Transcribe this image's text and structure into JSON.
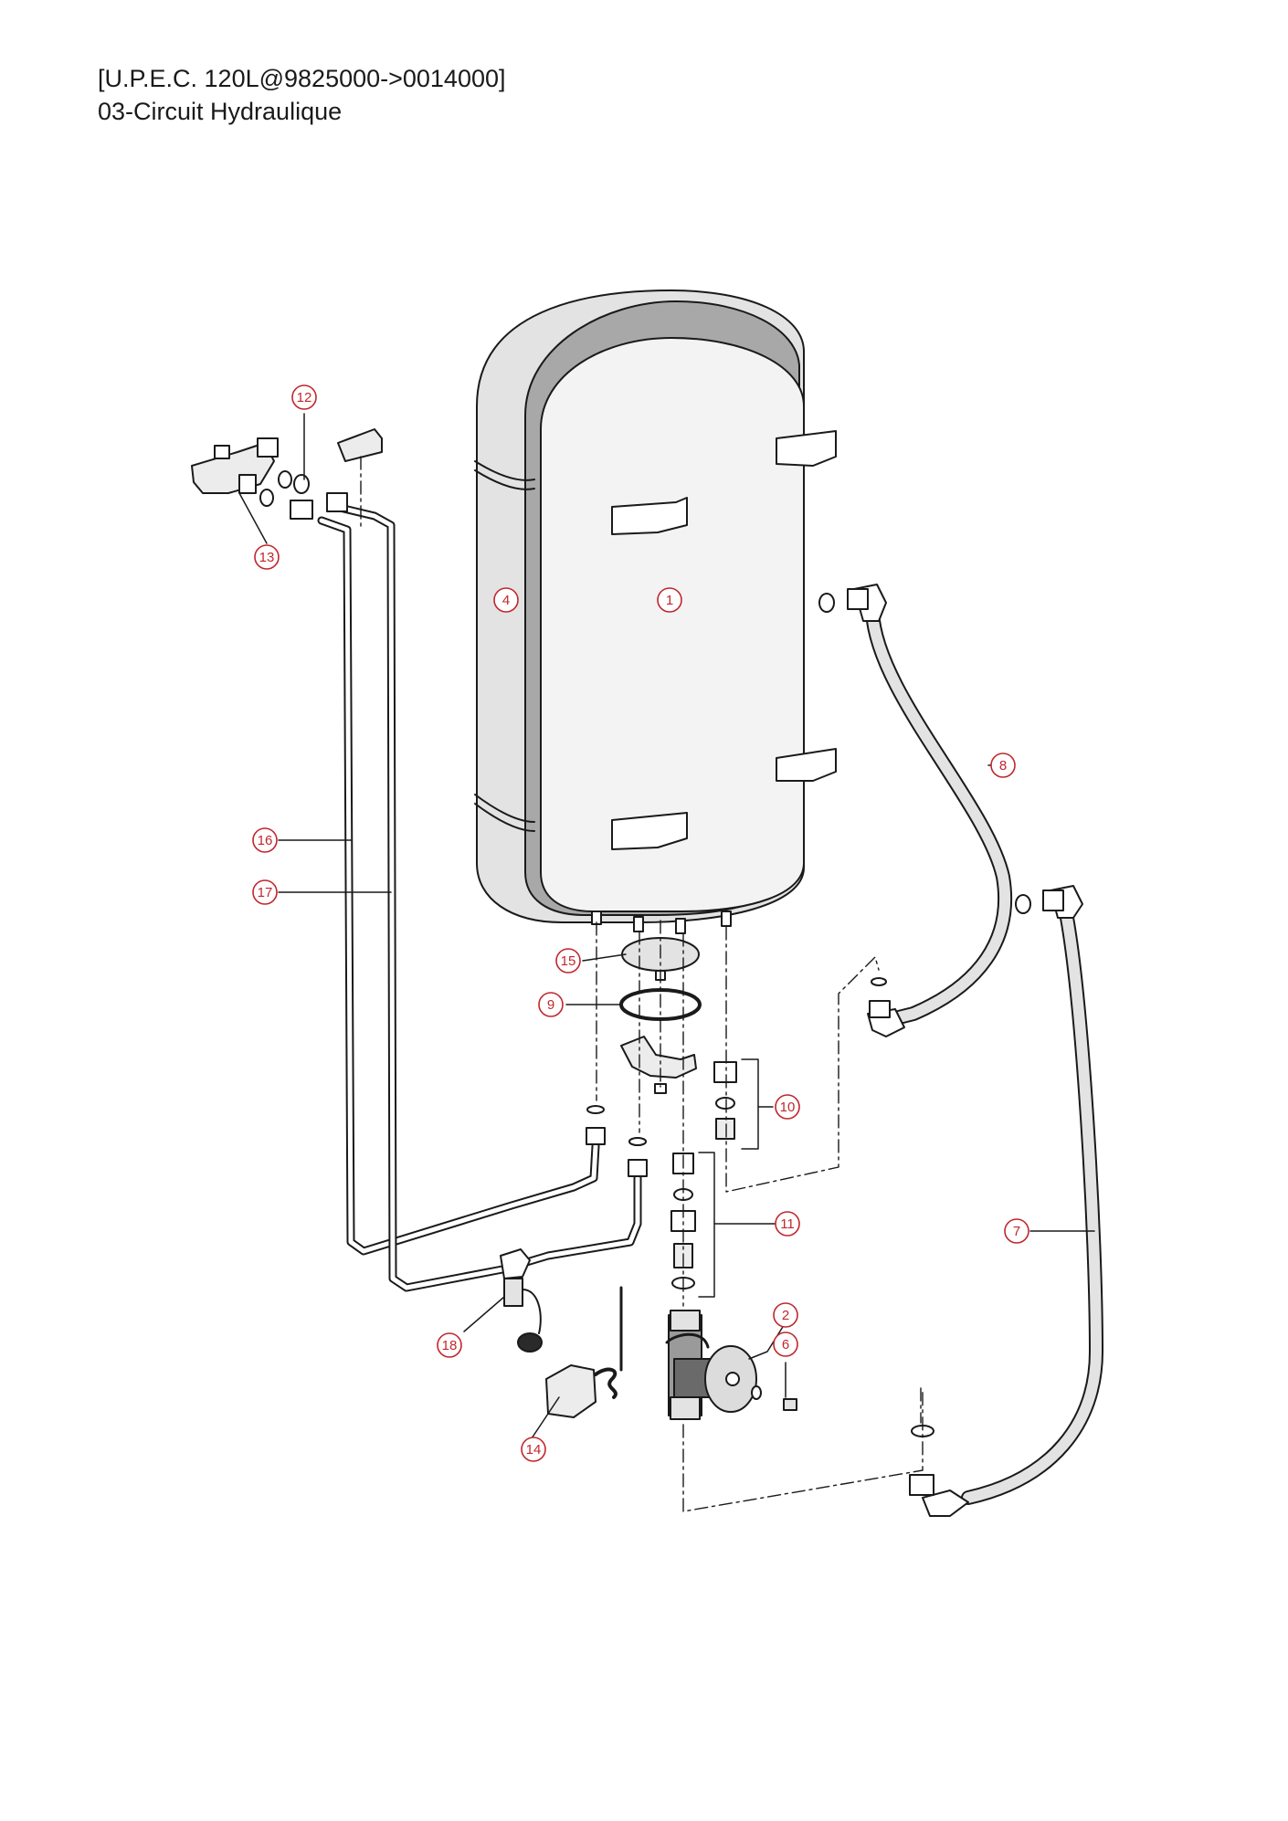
{
  "header": {
    "line1": "[U.P.E.C. 120L@9825000->0014000]",
    "line2": "03-Circuit Hydraulique"
  },
  "colors": {
    "callout": "#c0272d",
    "outline": "#1a1a1a",
    "shade": "#e3e3e3",
    "tank_fill": "#f3f3f3"
  },
  "callouts": [
    {
      "id": "1",
      "label": "1"
    },
    {
      "id": "2",
      "label": "2"
    },
    {
      "id": "4",
      "label": "4"
    },
    {
      "id": "6",
      "label": "6"
    },
    {
      "id": "7",
      "label": "7"
    },
    {
      "id": "8",
      "label": "8"
    },
    {
      "id": "9",
      "label": "9"
    },
    {
      "id": "10",
      "label": "10"
    },
    {
      "id": "11",
      "label": "11"
    },
    {
      "id": "12",
      "label": "12"
    },
    {
      "id": "13",
      "label": "13"
    },
    {
      "id": "14",
      "label": "14"
    },
    {
      "id": "15",
      "label": "15"
    },
    {
      "id": "16",
      "label": "16"
    },
    {
      "id": "17",
      "label": "17"
    },
    {
      "id": "18",
      "label": "18"
    }
  ]
}
